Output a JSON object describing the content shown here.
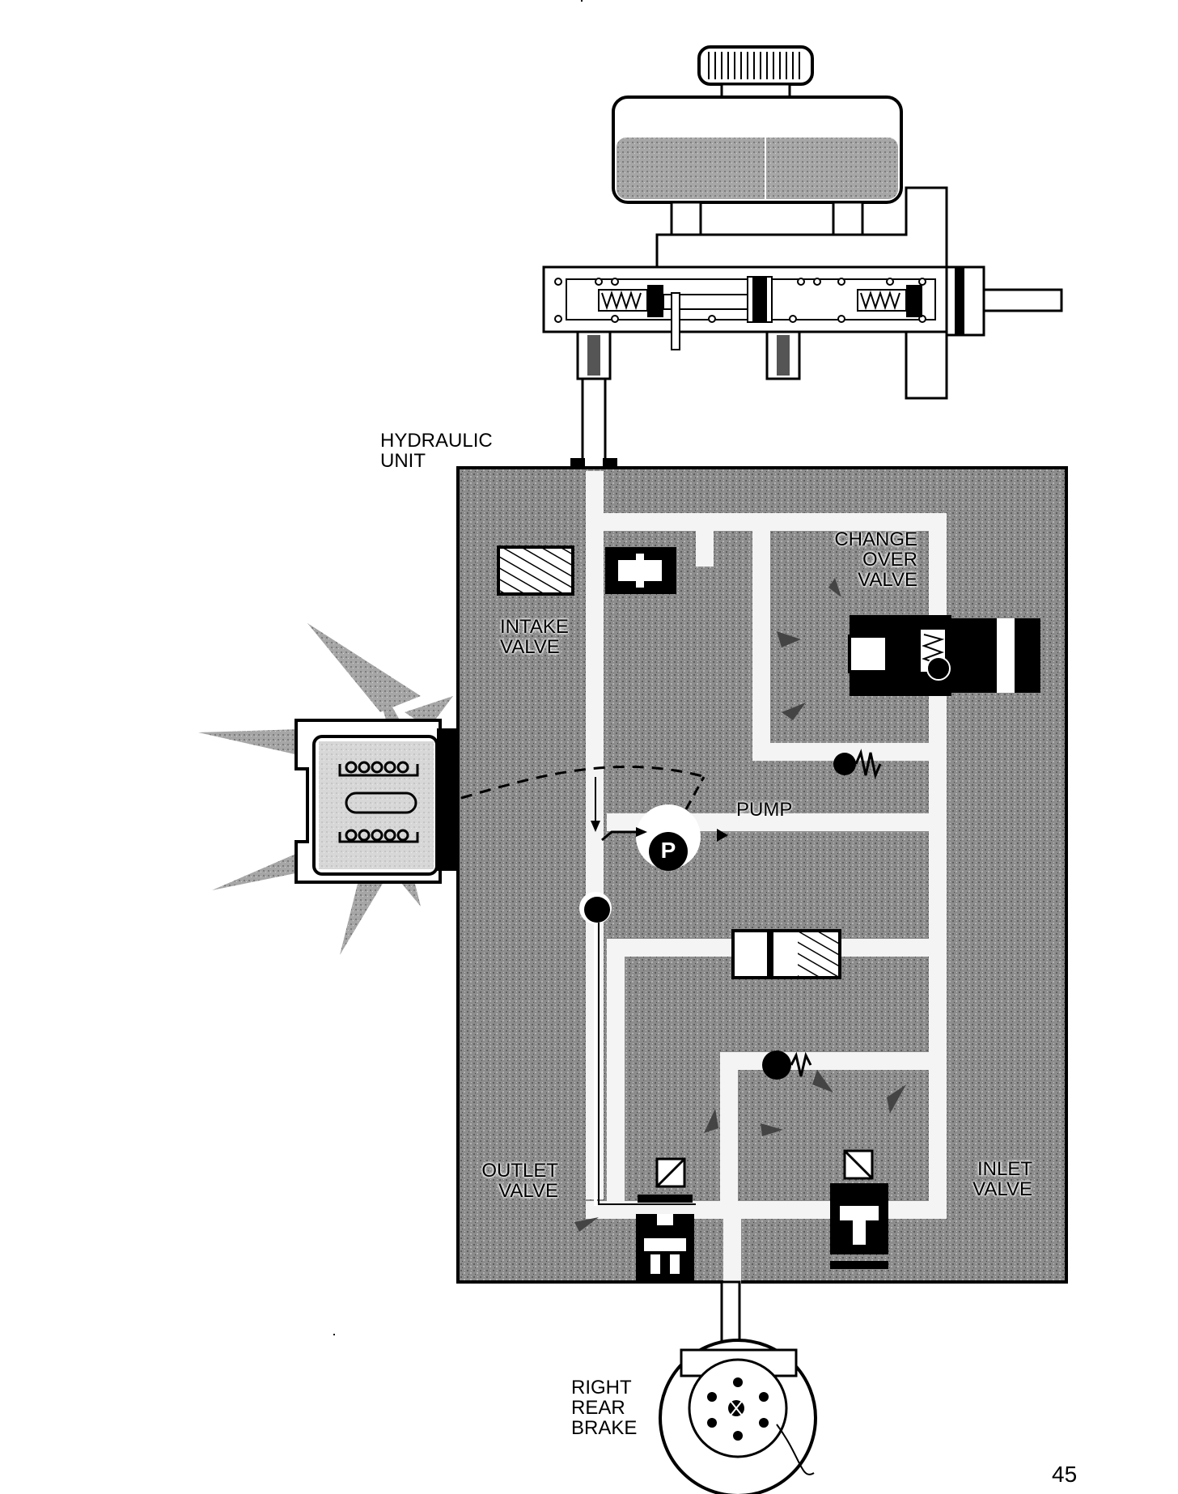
{
  "labels": {
    "hydraulic_unit": "HYDRAULIC\nUNIT",
    "change_over_valve": "CHANGE\nOVER\nVALVE",
    "intake_valve": "INTAKE\nVALVE",
    "pump": "PUMP",
    "pump_symbol": "P",
    "outlet_valve": "OUTLET\nVALVE",
    "inlet_valve": "INLET\nVALVE",
    "right_rear_brake": "RIGHT\nREAR\nBRAKE"
  },
  "page_number": "45",
  "colors": {
    "ink": "#000000",
    "paper": "#ffffff",
    "unit_fill": "#8a8a8a",
    "unit_dark": "#666666",
    "fluid": "#9a9a9a",
    "passage": "#f4f4f4",
    "burst": "#7a7a7a"
  }
}
